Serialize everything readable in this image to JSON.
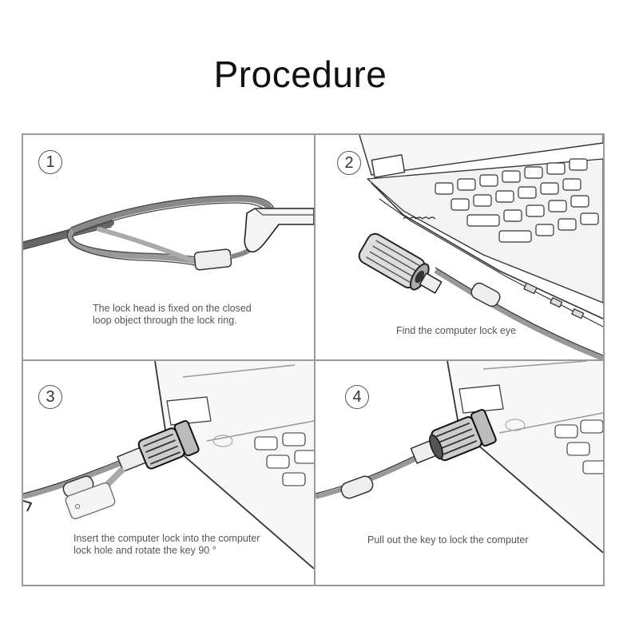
{
  "title": "Procedure",
  "steps": [
    {
      "number": "1",
      "caption_line1": "The lock head is fixed on the closed",
      "caption_line2": "loop object through the lock ring.",
      "illustration": "cable-loop-around-bar"
    },
    {
      "number": "2",
      "caption_line1": "Find the computer lock eye",
      "illustration": "laptop-side-with-lock"
    },
    {
      "number": "3",
      "caption_line1": "Insert the computer lock into the computer",
      "caption_line2": "lock hole and rotate the key 90 °",
      "illustration": "lock-inserted-with-key"
    },
    {
      "number": "4",
      "caption_line1": "Pull out the key to lock the computer",
      "illustration": "lock-inserted-no-key"
    }
  ],
  "colors": {
    "border": "#9a9a9a",
    "title": "#111111",
    "caption": "#555555",
    "sketch": "#333333"
  }
}
